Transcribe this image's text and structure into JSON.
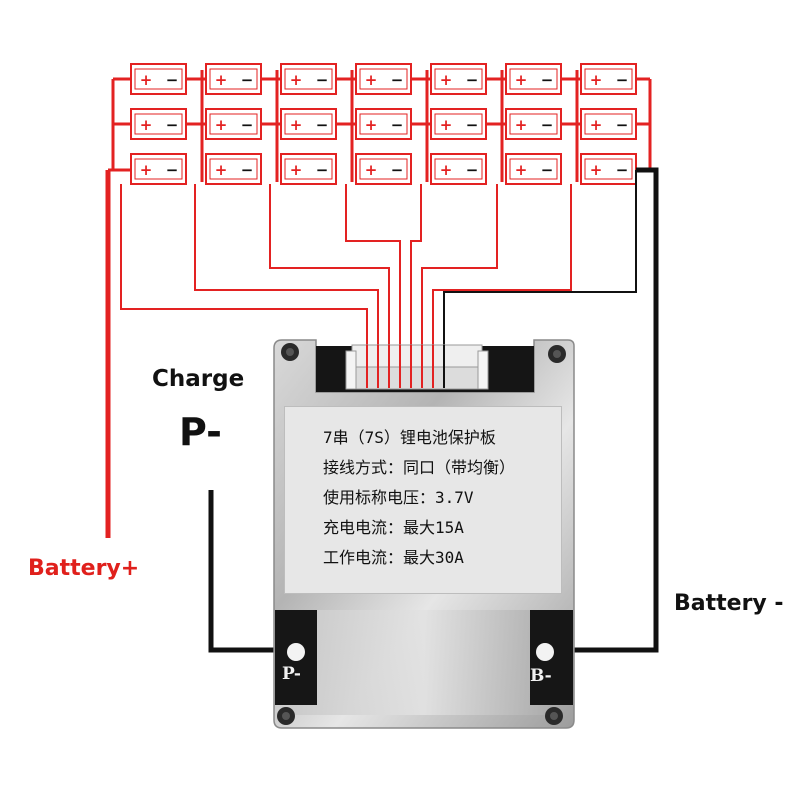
{
  "labels": {
    "charge": "Charge",
    "p_minus": "P-",
    "battery_plus": "Battery+",
    "battery_minus": "Battery -"
  },
  "board": {
    "lines": [
      "7串（7S）锂电池保护板",
      "接线方式：同口（带均衡）",
      "使用标称电压：3.7V",
      "充电电流：最大15A",
      "工作电流：最大30A"
    ],
    "pad_left": "P-",
    "pad_right": "B-"
  },
  "cells": {
    "rows": 3,
    "cols": 7,
    "plus_symbol": "+",
    "minus_symbol": "−"
  },
  "colors": {
    "positive": "#e32222",
    "negative": "#111111",
    "cell_fill": "#ffffff",
    "label_red": "#e0201c"
  }
}
